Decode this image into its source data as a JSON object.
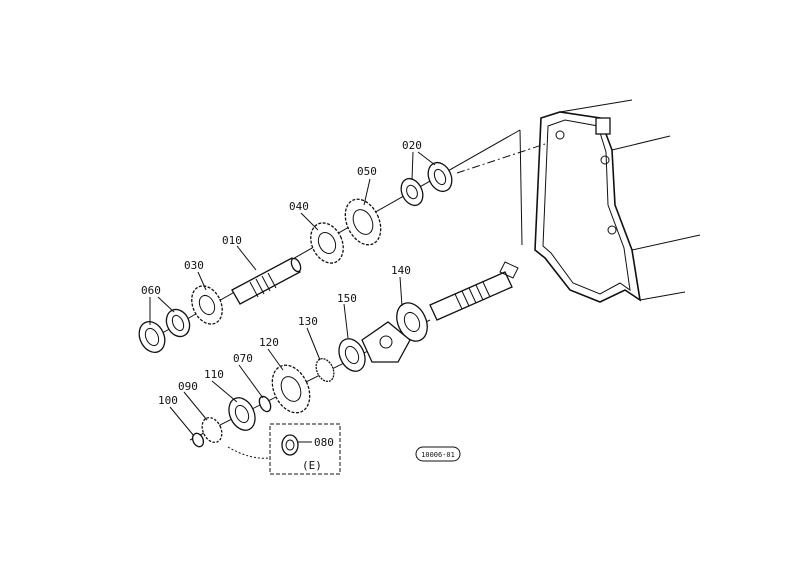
{
  "parts": [
    {
      "id": "p010",
      "label": "010"
    },
    {
      "id": "p020",
      "label": "020"
    },
    {
      "id": "p030",
      "label": "030"
    },
    {
      "id": "p040",
      "label": "040"
    },
    {
      "id": "p050",
      "label": "050"
    },
    {
      "id": "p060",
      "label": "060"
    },
    {
      "id": "p070",
      "label": "070"
    },
    {
      "id": "p080",
      "label": "080"
    },
    {
      "id": "p090",
      "label": "090"
    },
    {
      "id": "p100",
      "label": "100"
    },
    {
      "id": "p110",
      "label": "110"
    },
    {
      "id": "p120",
      "label": "120"
    },
    {
      "id": "p130",
      "label": "130"
    },
    {
      "id": "p140",
      "label": "140"
    },
    {
      "id": "p150",
      "label": "150"
    }
  ],
  "detail_box": {
    "label": "(E)"
  },
  "drawing_code": "10006-01"
}
